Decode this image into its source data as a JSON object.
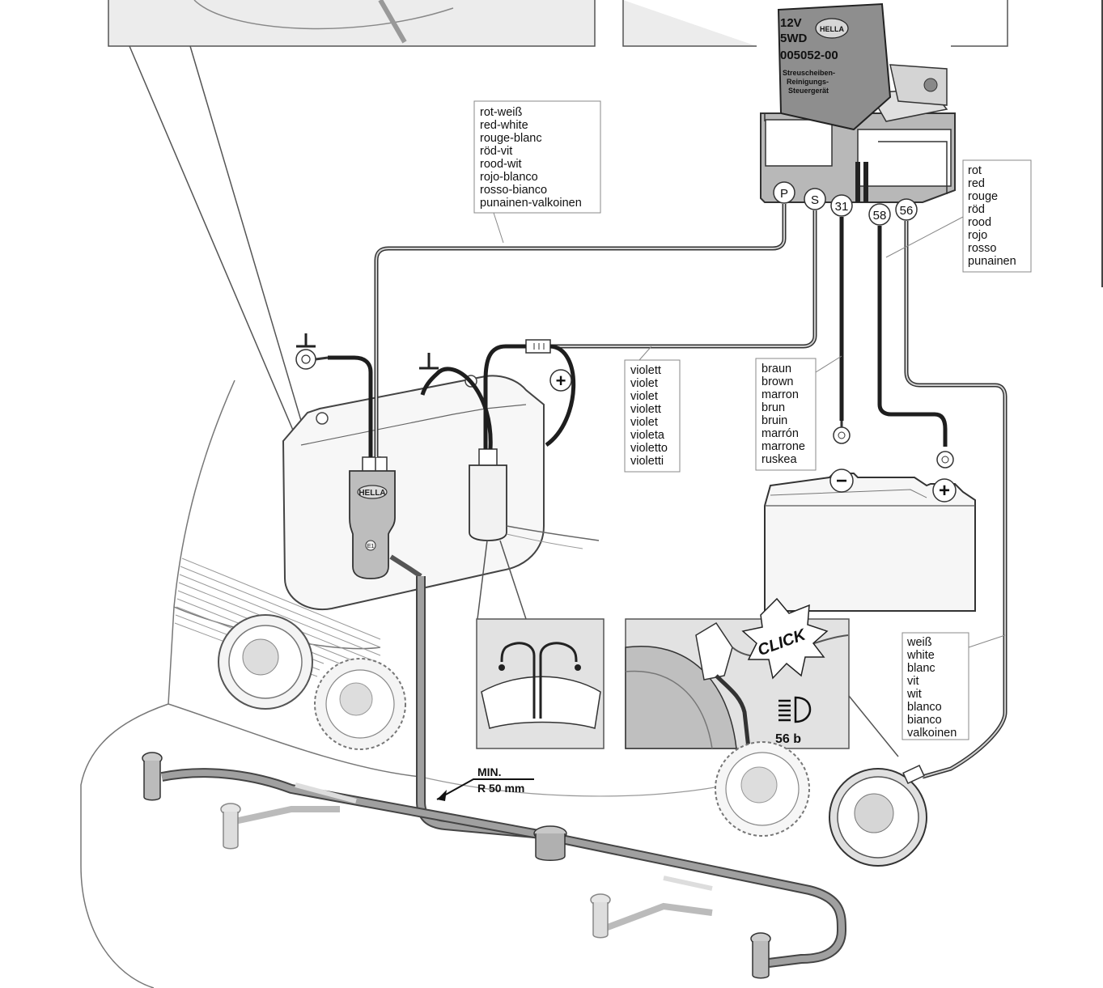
{
  "relay": {
    "voltage": "12V",
    "model": "5WD",
    "part_number": "005052-00",
    "desc_1": "Streuscheiben-",
    "desc_2": "Reinigungs-",
    "desc_3": "Steuergerät",
    "brand": "HELLA",
    "terminals": [
      "P",
      "S",
      "31",
      "58",
      "56"
    ]
  },
  "wire_labels": {
    "red_white": [
      "rot-weiß",
      "red-white",
      "rouge-blanc",
      "röd-vit",
      "rood-wit",
      "rojo-blanco",
      "rosso-bianco",
      "punainen-valkoinen"
    ],
    "red": [
      "rot",
      "red",
      "rouge",
      "röd",
      "rood",
      "rojo",
      "rosso",
      "punainen"
    ],
    "violet": [
      "violett",
      "violet",
      "violet",
      "violett",
      "violet",
      "violeta",
      "violetto",
      "violetti"
    ],
    "brown": [
      "braun",
      "brown",
      "marron",
      "brun",
      "bruin",
      "marrón",
      "marrone",
      "ruskea"
    ],
    "white": [
      "weiß",
      "white",
      "blanc",
      "vit",
      "wit",
      "blanco",
      "bianco",
      "valkoinen"
    ]
  },
  "annotations": {
    "click": "CLICK",
    "light_code": "56 b",
    "radius_1": "MIN.",
    "radius_2": "R 50 mm",
    "pump_brand": "HELLA",
    "pump_mark": "E1"
  },
  "symbols": {
    "ground": "⊥",
    "plus": "+",
    "minus": "−"
  },
  "colors": {
    "line": "#3a3a3a",
    "relay_body": "#8e8e8e",
    "hose": "#9a9a9a",
    "cable": "#1e1e1e",
    "inset_bg": "#e2e2e2"
  }
}
